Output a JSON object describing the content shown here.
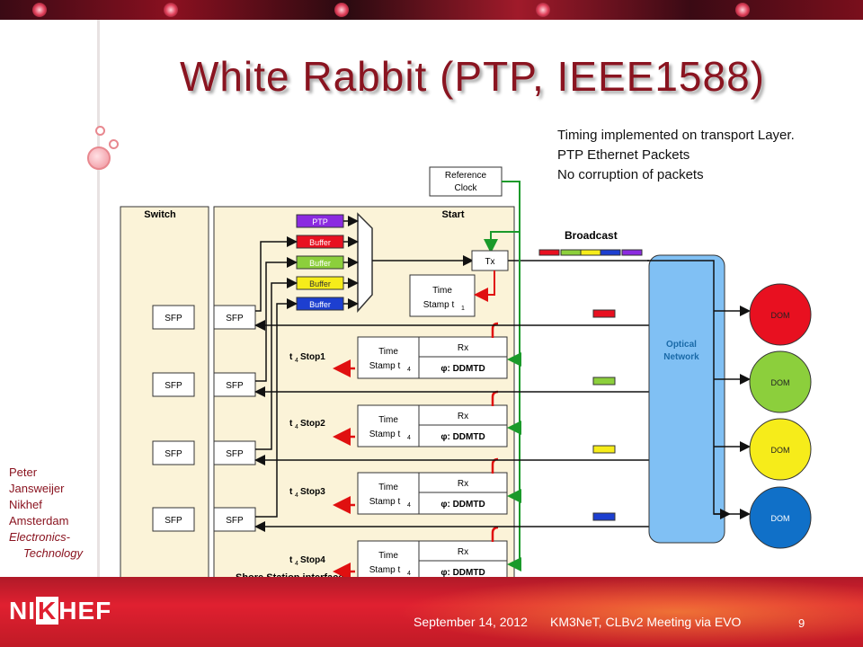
{
  "slide": {
    "title": "White Rabbit (PTP, IEEE1588)",
    "notes": [
      "Timing implemented on transport Layer.",
      "PTP Ethernet Packets",
      "No corruption of packets"
    ],
    "author": [
      "Peter",
      "Jansweijer",
      "Nikhef",
      "Amsterdam"
    ],
    "department": [
      "Electronics-",
      "Technology"
    ],
    "logo": {
      "pre": "NI",
      "mid": "K",
      "post": "HEF"
    },
    "footer": {
      "date": "September 14, 2012",
      "event": "KM3NeT, CLBv2 Meeting via EVO",
      "page": "9"
    }
  },
  "diagram": {
    "switch_label": "Switch",
    "start_label": "Start",
    "shore_label": "Shore Station interface",
    "sfp": "SFP",
    "reference_clock": [
      "Reference",
      "Clock"
    ],
    "tx": "Tx",
    "rx": "Rx",
    "ddmtd": "φ: DDMTD",
    "ts1": [
      "Time",
      "Stamp t",
      "1"
    ],
    "ts4": [
      "Time",
      "Stamp t",
      "4"
    ],
    "stops": [
      {
        "t": "t",
        "sub": "4",
        "label": " Stop1"
      },
      {
        "t": "t",
        "sub": "4",
        "label": " Stop2"
      },
      {
        "t": "t",
        "sub": "4",
        "label": " Stop3"
      },
      {
        "t": "t",
        "sub": "4",
        "label": " Stop4"
      }
    ],
    "queues": [
      {
        "label": "PTP",
        "color": "#8b2be0",
        "text": "#ffffff"
      },
      {
        "label": "Buffer",
        "color": "#e81020",
        "text": "#ffffff"
      },
      {
        "label": "Buffer",
        "color": "#8ccf3c",
        "text": "#ffffff"
      },
      {
        "label": "Buffer",
        "color": "#f6ec1a",
        "text": "#333333"
      },
      {
        "label": "Buffer",
        "color": "#1d3fd0",
        "text": "#ffffff"
      }
    ],
    "broadcast": "Broadcast",
    "broadcast_colors": [
      "#e81020",
      "#8ccf3c",
      "#f6ec1a",
      "#1d3fd0",
      "#8b2be0"
    ],
    "optical_network": [
      "Optical",
      "Network"
    ],
    "doms": [
      {
        "label": "DOM",
        "color": "#e81020"
      },
      {
        "label": "DOM",
        "color": "#8ccf3c"
      },
      {
        "label": "DOM",
        "color": "#f6ec1a"
      },
      {
        "label": "DOM",
        "color": "#1070c8"
      }
    ]
  }
}
